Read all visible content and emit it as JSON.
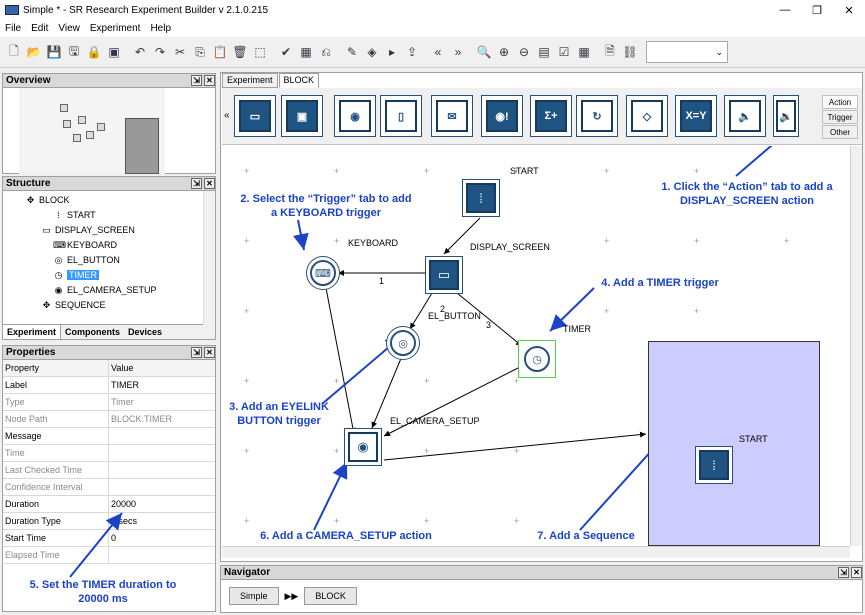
{
  "window": {
    "title": "Simple * - SR Research Experiment Builder v 2.1.0.215",
    "minimize": "—",
    "maximize": "❐",
    "close": "✕"
  },
  "menu": [
    "File",
    "Edit",
    "View",
    "Experiment",
    "Help"
  ],
  "toolbar_icons": [
    "new-icon",
    "open-icon",
    "save-icon",
    "save-as-icon",
    "lock-icon",
    "package-icon",
    "undo-icon",
    "redo-icon",
    "cut-icon",
    "copy-icon",
    "paste-icon",
    "delete-icon",
    "select-icon",
    "check-icon",
    "build-icon",
    "run-icon",
    "test-icon",
    "play-icon",
    "deploy-icon",
    "back-icon",
    "forward-icon",
    "zoom-icon",
    "zoom-in-icon",
    "zoom-out-icon",
    "grid-icon",
    "layout-icon",
    "calc-icon",
    "export-icon",
    "link-icon"
  ],
  "overview": {
    "title": "Overview"
  },
  "structure": {
    "title": "Structure",
    "items": [
      {
        "label": "BLOCK",
        "icon": "sequence-icon"
      },
      {
        "label": "START",
        "icon": "traffic-light-icon"
      },
      {
        "label": "DISPLAY_SCREEN",
        "icon": "monitor-icon"
      },
      {
        "label": "KEYBOARD",
        "icon": "keyboard-icon"
      },
      {
        "label": "EL_BUTTON",
        "icon": "gamepad-icon"
      },
      {
        "label": "TIMER",
        "icon": "timer-icon"
      },
      {
        "label": "EL_CAMERA_SETUP",
        "icon": "eye-icon"
      },
      {
        "label": "SEQUENCE",
        "icon": "sequence-icon"
      }
    ],
    "tabs": [
      "Experiment",
      "Components",
      "Devices"
    ]
  },
  "properties": {
    "title": "Properties",
    "header": {
      "key": "Property",
      "value": "Value"
    },
    "rows": [
      {
        "key": "Label",
        "value": "TIMER",
        "disabled": false
      },
      {
        "key": "Type",
        "value": "Timer",
        "disabled": true
      },
      {
        "key": "Node Path",
        "value": "BLOCK.TIMER",
        "disabled": true
      },
      {
        "key": "Message",
        "value": "",
        "disabled": false
      },
      {
        "key": "Time",
        "value": "",
        "disabled": true
      },
      {
        "key": "Last Checked Time",
        "value": "",
        "disabled": true
      },
      {
        "key": "Confidence Interval",
        "value": "",
        "disabled": true
      },
      {
        "key": "Duration",
        "value": "20000",
        "disabled": false
      },
      {
        "key": "Duration Type",
        "value": "msecs",
        "disabled": false
      },
      {
        "key": "Start Time",
        "value": "0",
        "disabled": false
      },
      {
        "key": "Elapsed Time",
        "value": "",
        "disabled": true
      }
    ]
  },
  "editor_tabs": [
    "Experiment",
    "BLOCK"
  ],
  "palette": {
    "items": [
      "monitor-icon",
      "screen-icon",
      "eye-icon",
      "mouse-icon",
      "message-icon",
      "alert-icon",
      "sum-icon",
      "loop-icon",
      "navigate-icon",
      "X=Y",
      "speaker-icon",
      "speaker-icon"
    ],
    "side_tabs": [
      "Action",
      "Trigger",
      "Other"
    ]
  },
  "canvas": {
    "nodes": {
      "start": "START",
      "display_screen": "DISPLAY_SCREEN",
      "keyboard": "KEYBOARD",
      "el_button": "EL_BUTTON",
      "timer": "TIMER",
      "el_camera_setup": "EL_CAMERA_SETUP",
      "sequence_start": "START"
    },
    "edge_labels": [
      "1",
      "2",
      "3"
    ]
  },
  "annotations": {
    "a1": "1. Click the “Action” tab to add a DISPLAY_SCREEN action",
    "a2": "2. Select the “Trigger” tab to add a KEYBOARD trigger",
    "a3": "3. Add an EYELINK BUTTON trigger",
    "a4": "4. Add a TIMER trigger",
    "a5": "5. Set the TIMER duration to 20000 ms",
    "a6": "6. Add a CAMERA_SETUP action",
    "a7": "7. Add a Sequence"
  },
  "navigator": {
    "title": "Navigator",
    "crumbs": [
      "Simple",
      "BLOCK"
    ],
    "arrow": "▶▶"
  },
  "colors": {
    "annotation": "#1a43c8",
    "sequence_fill": "#ccccff",
    "node_blue": "#1f5482"
  }
}
